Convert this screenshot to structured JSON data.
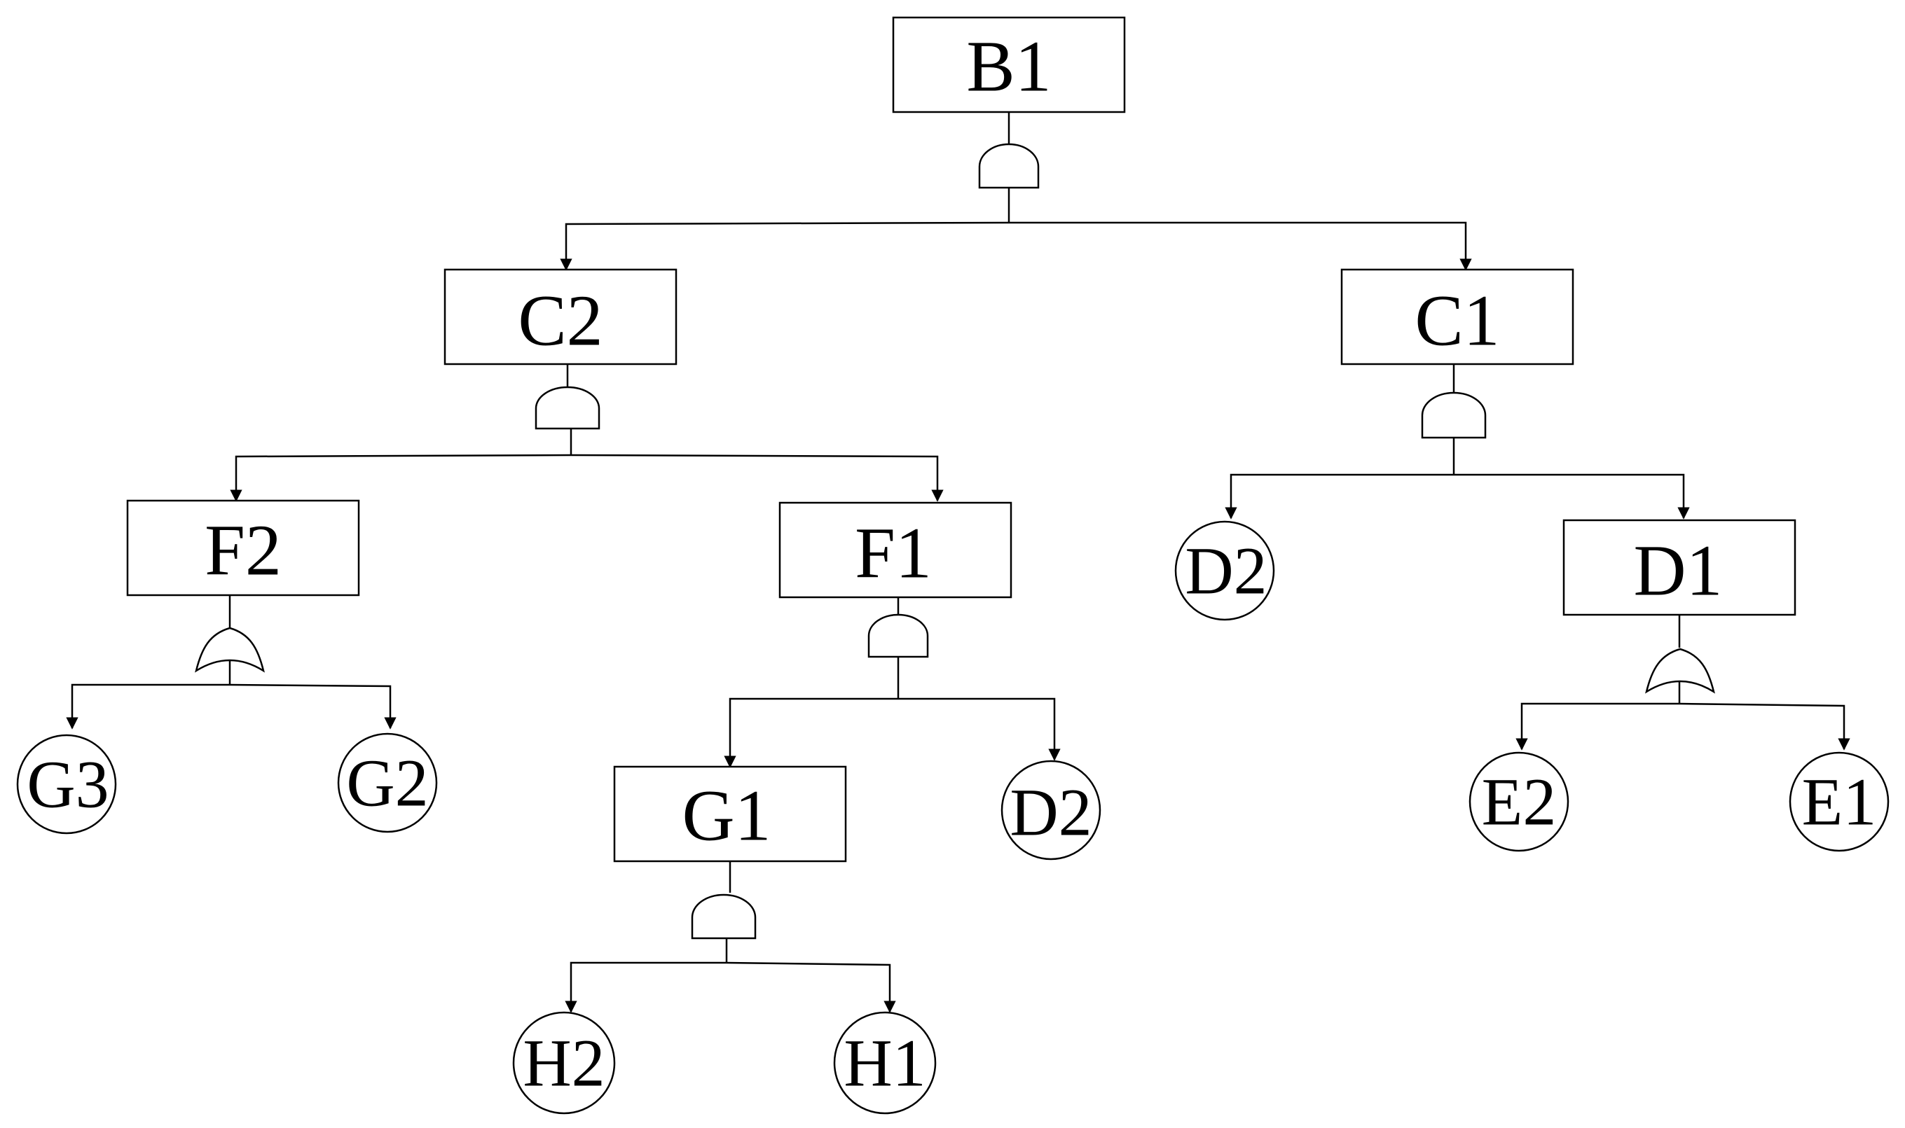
{
  "nodes": {
    "B1": {
      "label": "B1"
    },
    "C2": {
      "label": "C2"
    },
    "C1": {
      "label": "C1"
    },
    "F2": {
      "label": "F2"
    },
    "F1": {
      "label": "F1"
    },
    "D1": {
      "label": "D1"
    },
    "G1": {
      "label": "G1"
    }
  },
  "events": {
    "G3": {
      "label": "G3"
    },
    "G2": {
      "label": "G2"
    },
    "D2_right": {
      "label": "D2"
    },
    "D2_mid": {
      "label": "D2"
    },
    "E2": {
      "label": "E2"
    },
    "E1": {
      "label": "E1"
    },
    "H2": {
      "label": "H2"
    },
    "H1": {
      "label": "H1"
    }
  },
  "gates": {
    "B1": "and",
    "C2": "and",
    "C1": "and",
    "F2": "or",
    "F1": "and",
    "D1": "or",
    "G1": "and"
  },
  "colors": {
    "stroke": "#000000",
    "background": "#ffffff"
  }
}
